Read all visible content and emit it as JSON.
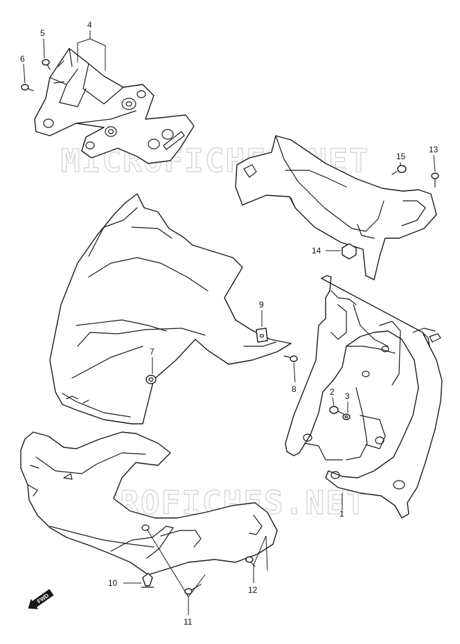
{
  "watermark": "MICROFICHES.NET",
  "forward_label": "FWD",
  "callouts": [
    {
      "id": "c1",
      "label": "1"
    },
    {
      "id": "c2",
      "label": "2"
    },
    {
      "id": "c3",
      "label": "3"
    },
    {
      "id": "c4",
      "label": "4"
    },
    {
      "id": "c5",
      "label": "5"
    },
    {
      "id": "c6",
      "label": "6"
    },
    {
      "id": "c7",
      "label": "7"
    },
    {
      "id": "c8",
      "label": "8"
    },
    {
      "id": "c9",
      "label": "9"
    },
    {
      "id": "c10",
      "label": "10"
    },
    {
      "id": "c11",
      "label": "11"
    },
    {
      "id": "c12",
      "label": "12"
    },
    {
      "id": "c13",
      "label": "13"
    },
    {
      "id": "c14",
      "label": "14"
    },
    {
      "id": "c15",
      "label": "15"
    }
  ]
}
